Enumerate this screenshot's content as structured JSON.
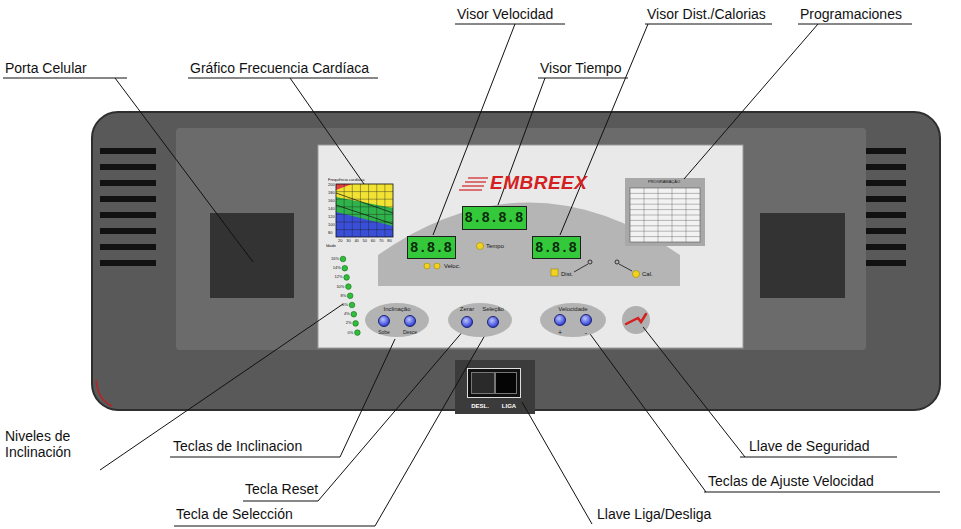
{
  "diagram": {
    "nodes": [
      {
        "text": [
          "8.8.8"
        ]
      },
      {
        "text": [
          "8.8.8.8"
        ]
      },
      {
        "text": [
          "8.8.8"
        ]
      },
      {
        "text": [
          "Inclinação",
          "Sobe",
          "Desce"
        ]
      },
      {
        "text": [
          "Zerar",
          "Seleção"
        ]
      },
      {
        "text": [
          "Velocidade",
          "+",
          "-"
        ]
      },
      {
        "text": [
          "DESL.",
          "LIGA"
        ]
      }
    ],
    "labels": [
      "Visor Velocidad",
      "Visor Dist./Calorias",
      "Programaciones",
      "Porta Celular",
      "Gráfico Frecuencia Cardíaca",
      "Visor  Tiempo",
      "Niveles de Inclinación",
      "Teclas de Inclinacion",
      "Tecla Reset",
      "Tecla de Selección",
      "Llave Liga/Desliga",
      "Llave de Seguridad",
      "Teclas de Ajuste Velocidad",
      "EMBREEX",
      "Veloc.",
      "Tempo",
      "Dist.",
      "Cal.",
      "PROGRAMAÇÃO",
      "Frequência cardíaca",
      "200",
      "180",
      "160",
      "140",
      "120",
      "100",
      "80",
      "20",
      "30",
      "40",
      "50",
      "60",
      "70",
      "80",
      "Idade",
      "16%",
      "14%",
      "12%",
      "10%",
      "8%",
      "6%",
      "4%",
      "2%",
      "0%"
    ]
  }
}
